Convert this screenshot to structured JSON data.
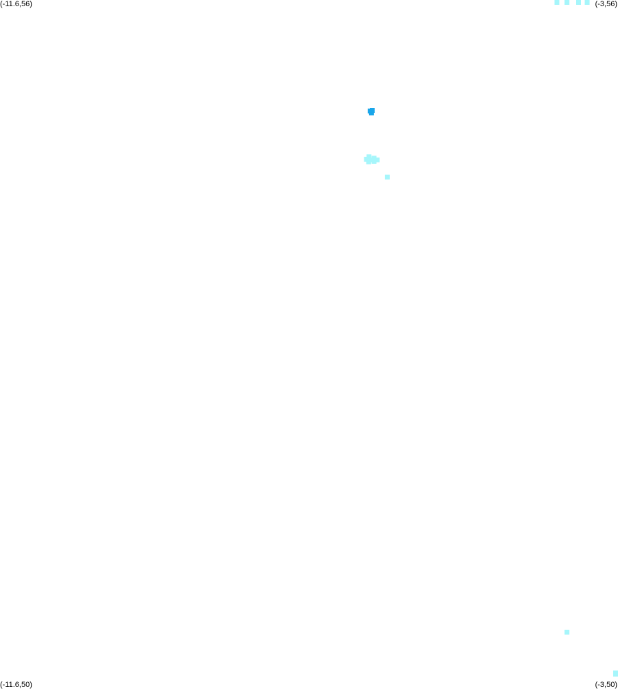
{
  "map": {
    "corners": {
      "top_left": "(-11.6,56)",
      "top_right": "(-3,56)",
      "bottom_left": "(-11.6,50)",
      "bottom_right": "(-3,50)"
    },
    "bounds": {
      "lon_min": -11.6,
      "lon_max": -3,
      "lat_min": 50,
      "lat_max": 56
    },
    "colors": {
      "background": "#ffffff",
      "light_marker": "#a6f6fb",
      "dark_marker": "#1aa6ea"
    },
    "markers": [
      {
        "lon": -3.43,
        "lat": 55.991,
        "shade": "light"
      },
      {
        "lon": -3.55,
        "lat": 55.998,
        "shade": "light"
      },
      {
        "lon": -3.71,
        "lat": 55.982,
        "shade": "light"
      },
      {
        "lon": -3.85,
        "lat": 55.99,
        "shade": "light"
      },
      {
        "lon": -6.43,
        "lat": 55.015,
        "shade": "dark"
      },
      {
        "lon": -6.45,
        "lat": 55.032,
        "shade": "dark"
      },
      {
        "lon": -6.42,
        "lat": 55.036,
        "shade": "dark"
      },
      {
        "lon": -6.465,
        "lat": 54.632,
        "shade": "light"
      },
      {
        "lon": -6.395,
        "lat": 54.62,
        "shade": "light"
      },
      {
        "lon": -6.43,
        "lat": 54.605,
        "shade": "light"
      },
      {
        "lon": -6.5,
        "lat": 54.61,
        "shade": "light"
      },
      {
        "lon": -6.35,
        "lat": 54.605,
        "shade": "light"
      },
      {
        "lon": -6.395,
        "lat": 54.592,
        "shade": "light"
      },
      {
        "lon": -6.47,
        "lat": 54.588,
        "shade": "light"
      },
      {
        "lon": -6.21,
        "lat": 54.455,
        "shade": "light"
      },
      {
        "lon": -3.71,
        "lat": 50.484,
        "shade": "light"
      },
      {
        "lon": -3.02,
        "lat": 50.118,
        "shade": "light"
      },
      {
        "lon": -3.0,
        "lat": 50.128,
        "shade": "light"
      }
    ]
  }
}
